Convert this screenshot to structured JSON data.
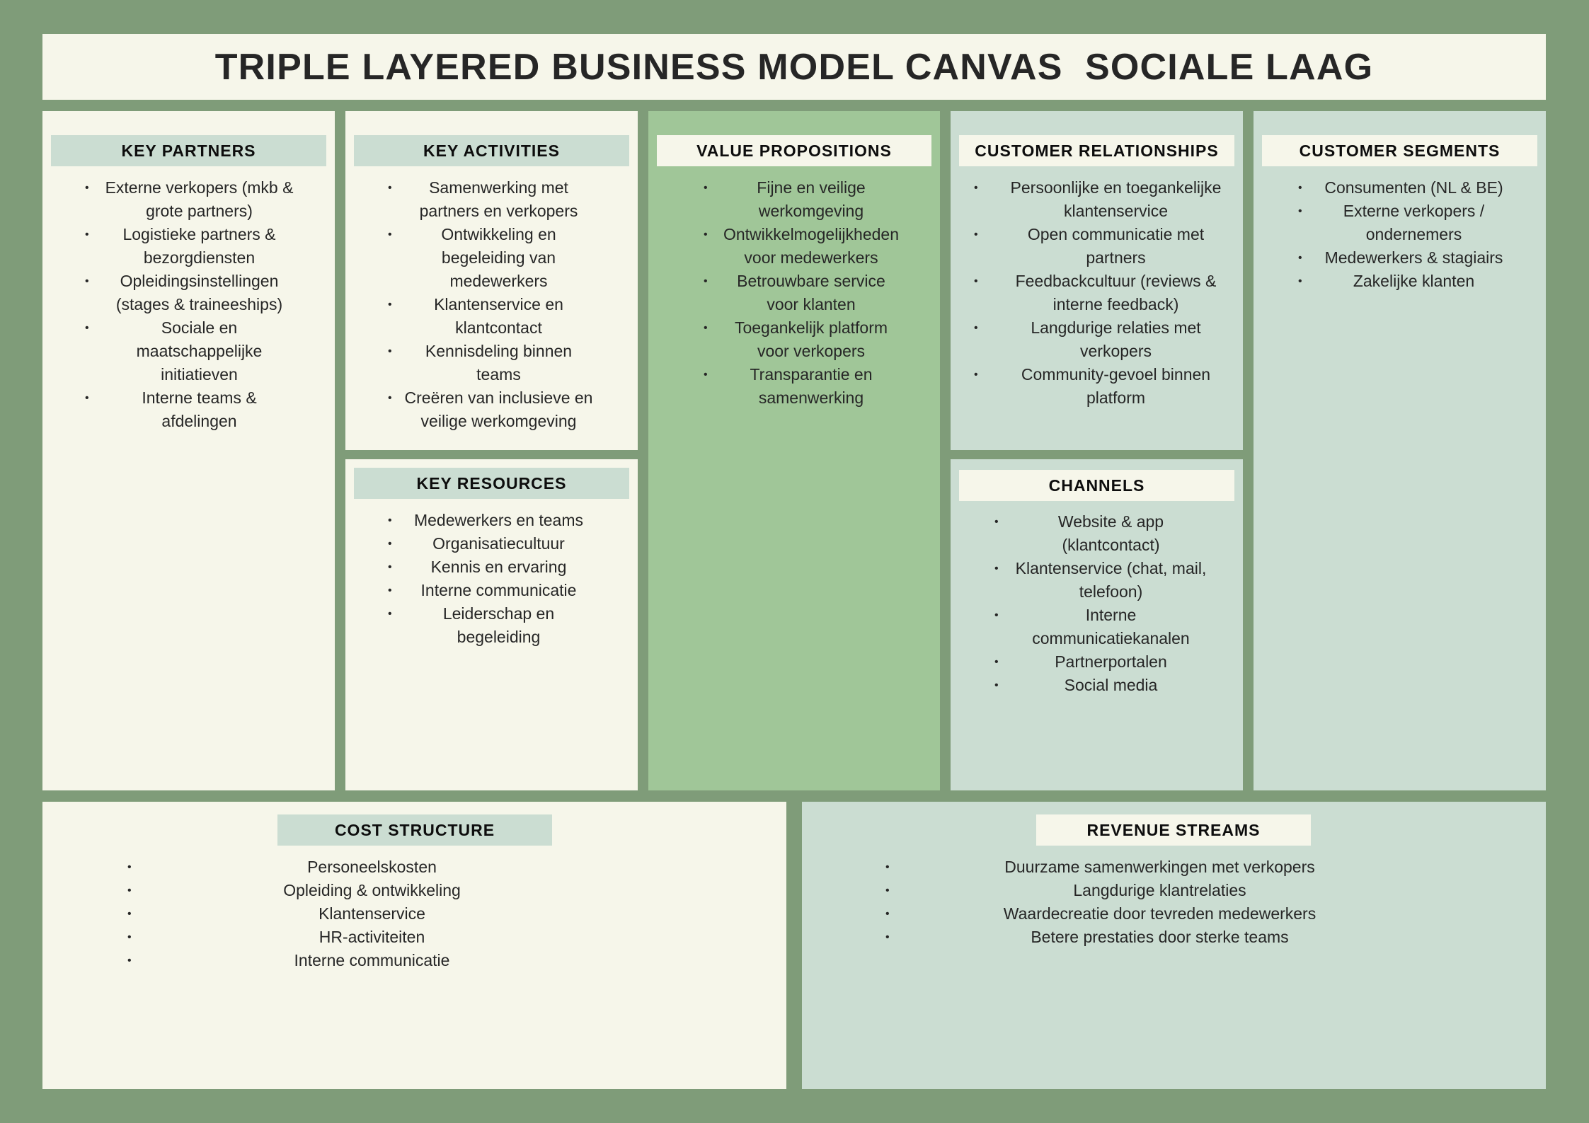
{
  "title": "TRIPLE LAYERED BUSINESS MODEL CANVAS  SOCIALE LAAG",
  "colors": {
    "background": "#7f9c79",
    "cream": "#f6f6ea",
    "sage": "#cbddd2",
    "light_green": "#a0c698",
    "text": "#262626"
  },
  "bullet_glyph": "•",
  "key_partners": {
    "header": "KEY PARTNERS",
    "items": [
      "Externe verkopers (mkb & grote partners)",
      "Logistieke partners & bezorgdiensten",
      "Opleidingsinstellingen (stages & traineeships)",
      "Sociale en maatschappelijke initiatieven",
      "Interne teams & afdelingen"
    ]
  },
  "key_activities": {
    "header": "KEY ACTIVITIES",
    "items": [
      "Samenwerking met partners en verkopers",
      "Ontwikkeling en begeleiding van medewerkers",
      "Klantenservice en klantcontact",
      "Kennisdeling binnen teams",
      "Creëren van inclusieve en veilige werkomgeving"
    ]
  },
  "key_resources": {
    "header": "KEY RESOURCES",
    "items": [
      "Medewerkers en teams",
      "Organisatiecultuur",
      "Kennis en ervaring",
      "Interne communicatie",
      "Leiderschap en begeleiding"
    ]
  },
  "value_propositions": {
    "header": "VALUE PROPOSITIONS",
    "items": [
      "Fijne en veilige werkomgeving",
      "Ontwikkelmogelijkheden voor medewerkers",
      "Betrouwbare service voor klanten",
      "Toegankelijk platform voor verkopers",
      "Transparantie en samenwerking"
    ]
  },
  "customer_relationships": {
    "header": "CUSTOMER RELATIONSHIPS",
    "items": [
      "Persoonlijke en toegankelijke klantenservice",
      "Open communicatie met partners",
      "Feedbackcultuur (reviews & interne feedback)",
      "Langdurige relaties met verkopers",
      "Community-gevoel binnen platform"
    ]
  },
  "channels": {
    "header": "CHANNELS",
    "items": [
      "Website & app (klantcontact)",
      "Klantenservice (chat, mail, telefoon)",
      "Interne communicatiekanalen",
      "Partnerportalen",
      "Social media"
    ]
  },
  "customer_segments": {
    "header": "CUSTOMER SEGMENTS",
    "items": [
      "Consumenten (NL & BE)",
      "Externe verkopers / ondernemers",
      "Medewerkers & stagiairs",
      "Zakelijke klanten"
    ]
  },
  "cost_structure": {
    "header": "COST STRUCTURE",
    "items": [
      "Personeelskosten",
      "Opleiding & ontwikkeling",
      "Klantenservice",
      "HR-activiteiten",
      "Interne communicatie"
    ]
  },
  "revenue_streams": {
    "header": "REVENUE STREAMS",
    "items": [
      "Duurzame samenwerkingen met verkopers",
      "Langdurige klantrelaties",
      "Waardecreatie door tevreden medewerkers",
      "Betere prestaties door sterke teams"
    ]
  }
}
